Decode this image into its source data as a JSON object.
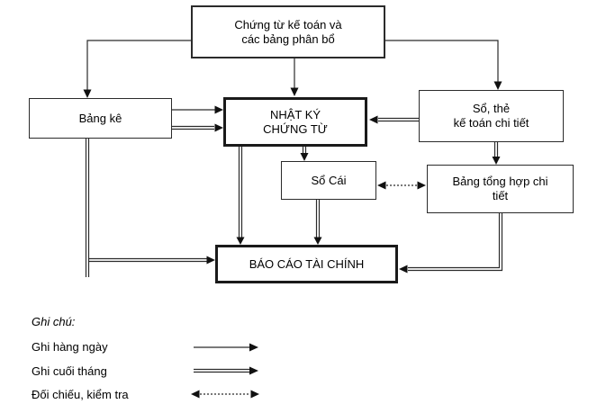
{
  "diagram": {
    "title_hint": "Trình tự ghi sổ kế toán (flowchart of accounting entries)",
    "colors": {
      "line": "#2b2b2b",
      "background": "#ffffff",
      "text": "#000000"
    },
    "nodes": {
      "chung_tu": {
        "label": "Chứng từ kế toán và\ncác bảng phân bổ"
      },
      "bang_ke": {
        "label": "Bảng kê"
      },
      "nhat_ky": {
        "label": "NHẬT KÝ\nCHỨNG TỪ"
      },
      "so_the": {
        "label": "Sổ, thẻ\nkế toán chi tiết"
      },
      "so_cai": {
        "label": "Sổ Cái"
      },
      "bang_tong_hop": {
        "label": "Bảng tổng hợp chi\ntiết"
      },
      "bao_cao": {
        "label": "BÁO CÁO TÀI CHÍNH"
      }
    },
    "edges": [
      {
        "from": "chung_tu",
        "to": "bang_ke",
        "style": "daily"
      },
      {
        "from": "chung_tu",
        "to": "nhat_ky",
        "style": "daily"
      },
      {
        "from": "chung_tu",
        "to": "so_the",
        "style": "daily"
      },
      {
        "from": "bang_ke",
        "to": "nhat_ky",
        "style": "daily"
      },
      {
        "from": "bang_ke",
        "to": "nhat_ky",
        "style": "monthly"
      },
      {
        "from": "so_the",
        "to": "nhat_ky",
        "style": "monthly"
      },
      {
        "from": "nhat_ky",
        "to": "so_cai",
        "style": "monthly"
      },
      {
        "from": "nhat_ky",
        "to": "bao_cao",
        "style": "monthly"
      },
      {
        "from": "so_cai",
        "to": "bao_cao",
        "style": "monthly"
      },
      {
        "from": "so_the",
        "to": "bang_tong_hop",
        "style": "monthly"
      },
      {
        "from": "bang_tong_hop",
        "to": "bao_cao",
        "style": "monthly"
      },
      {
        "from": "bang_ke",
        "to": "bao_cao",
        "style": "monthly"
      },
      {
        "from": "so_cai",
        "to": "bang_tong_hop",
        "style": "check",
        "bidirectional": true
      }
    ]
  },
  "legend": {
    "title": "Ghi chú:",
    "items": [
      {
        "label": "Ghi hàng ngày",
        "style": "daily",
        "arrow": "thin-solid-right"
      },
      {
        "label": "Ghi cuối tháng",
        "style": "monthly",
        "arrow": "thick-double-right"
      },
      {
        "label": "Đối chiếu, kiểm tra",
        "style": "check",
        "arrow": "dotted-double-headed"
      }
    ]
  }
}
